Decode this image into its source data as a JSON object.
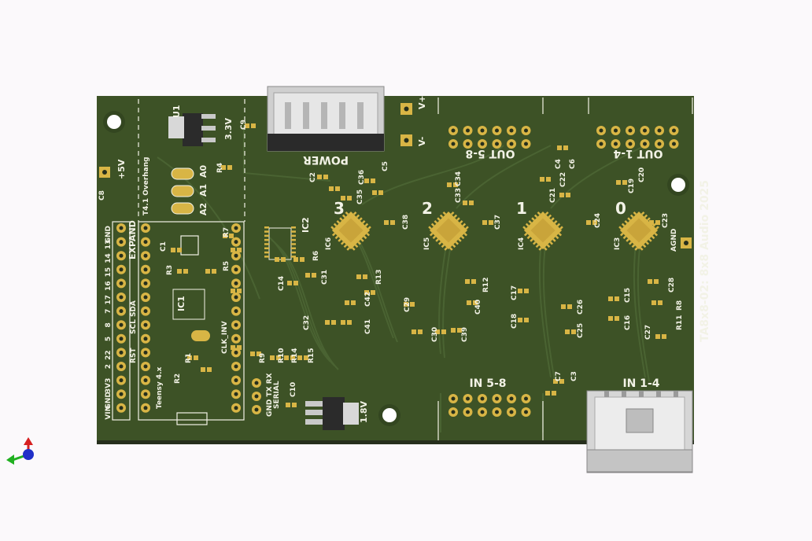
{
  "board": {
    "title": "TA8x8-02: 8x8 Audio 2025",
    "colors": {
      "soldermask": "#3d5226",
      "pad": "#d8b545",
      "silk": "#f2f2e6",
      "trace": "#4a6332",
      "background": "#fbf9fb"
    }
  },
  "headers": {
    "power": "POWER",
    "out_5_8": "OUT 5-8",
    "out_1_4": "OUT 1-4",
    "in_5_8": "IN 5-8",
    "in_1_4": "IN 1-4",
    "v_plus": "V+",
    "v_minus": "V-",
    "plus5v": "+5V",
    "agnd": "AGND"
  },
  "teensy": {
    "label": "Teensy 4.x",
    "overhang": "T4.1 Overhang",
    "expand": "EXPAND",
    "pins": [
      "GND",
      "13",
      "14",
      "15",
      "16",
      "17",
      "7",
      "8",
      "5",
      "22",
      "2",
      "3V3",
      "GND",
      "VIN"
    ],
    "side_labels": [
      "SCL SDA",
      "RST"
    ]
  },
  "regulators": {
    "u1": "U1",
    "v33": "3.3V",
    "v18": "1.8V"
  },
  "address": [
    "A0",
    "A1",
    "A2"
  ],
  "serial": {
    "label": "SERIAL",
    "pins": "GND TX RX"
  },
  "codecs": [
    {
      "ref": "IC6",
      "num": "3"
    },
    {
      "ref": "IC5",
      "num": "2"
    },
    {
      "ref": "IC4",
      "num": "1"
    },
    {
      "ref": "IC3",
      "num": "0"
    }
  ],
  "misc_labels": {
    "ic2": "IC2",
    "ic1": "IC1",
    "clk_inv": "CLK_INV"
  },
  "refdes": [
    "C1",
    "C2",
    "C3",
    "C4",
    "C5",
    "C6",
    "C7",
    "C8",
    "C9",
    "C10",
    "C14",
    "C15",
    "C16",
    "C17",
    "C18",
    "C19",
    "C20",
    "C21",
    "C22",
    "C23",
    "C24",
    "C25",
    "C26",
    "C27",
    "C28",
    "C29",
    "C30",
    "C31",
    "C32",
    "C33",
    "C34",
    "C35",
    "C36",
    "C37",
    "C38",
    "C39",
    "C40",
    "C41",
    "C42",
    "R1",
    "R2",
    "R3",
    "R4",
    "R5",
    "R6",
    "R7",
    "R8",
    "R9",
    "R10",
    "R11",
    "R12",
    "R13",
    "R14",
    "R15"
  ]
}
